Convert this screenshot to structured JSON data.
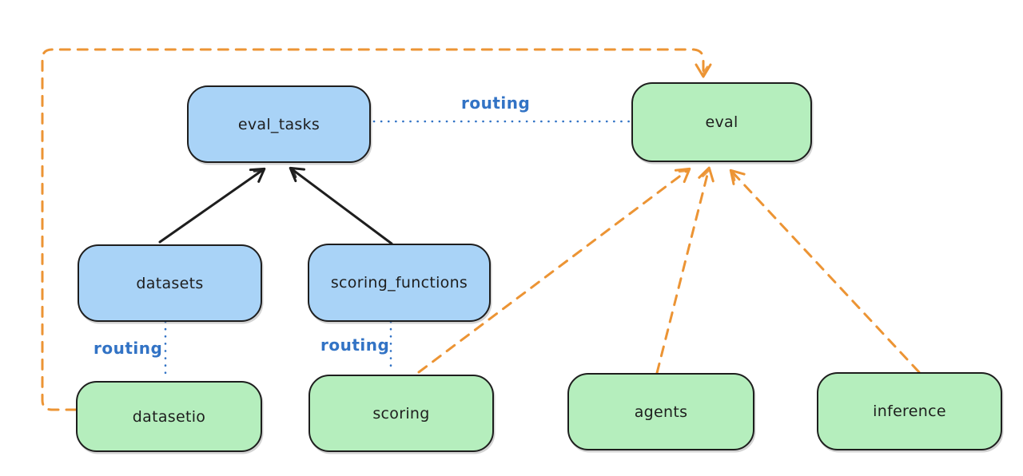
{
  "diagram_type": "architecture-routing-diagram",
  "nodes": [
    {
      "id": "eval_tasks",
      "label": "eval_tasks",
      "color": "blue"
    },
    {
      "id": "eval",
      "label": "eval",
      "color": "green"
    },
    {
      "id": "datasets",
      "label": "datasets",
      "color": "blue"
    },
    {
      "id": "scoring_functions",
      "label": "scoring_functions",
      "color": "blue"
    },
    {
      "id": "datasetio",
      "label": "datasetio",
      "color": "green"
    },
    {
      "id": "scoring",
      "label": "scoring",
      "color": "green"
    },
    {
      "id": "agents",
      "label": "agents",
      "color": "green"
    },
    {
      "id": "inference",
      "label": "inference",
      "color": "green"
    }
  ],
  "edges": [
    {
      "from": "datasets",
      "to": "eval_tasks",
      "style": "solid",
      "color": "black",
      "label": ""
    },
    {
      "from": "scoring_functions",
      "to": "eval_tasks",
      "style": "solid",
      "color": "black",
      "label": ""
    },
    {
      "from": "eval_tasks",
      "to": "eval",
      "style": "dotted",
      "color": "blue",
      "label": "routing"
    },
    {
      "from": "datasets",
      "to": "datasetio",
      "style": "dotted",
      "color": "blue",
      "label": "routing"
    },
    {
      "from": "scoring_functions",
      "to": "scoring",
      "style": "dotted",
      "color": "blue",
      "label": "routing"
    },
    {
      "from": "datasetio",
      "to": "eval",
      "style": "dashed",
      "color": "orange",
      "label": ""
    },
    {
      "from": "scoring",
      "to": "eval",
      "style": "dashed",
      "color": "orange",
      "label": ""
    },
    {
      "from": "agents",
      "to": "eval",
      "style": "dashed",
      "color": "orange",
      "label": ""
    },
    {
      "from": "inference",
      "to": "eval",
      "style": "dashed",
      "color": "orange",
      "label": ""
    }
  ],
  "colors": {
    "node_blue": "#a9d3f7",
    "node_green": "#b5eebd",
    "stroke": "#1e1e1e",
    "orange": "#ec9434",
    "line_blue": "#3273c5",
    "background": "#ffffff"
  }
}
